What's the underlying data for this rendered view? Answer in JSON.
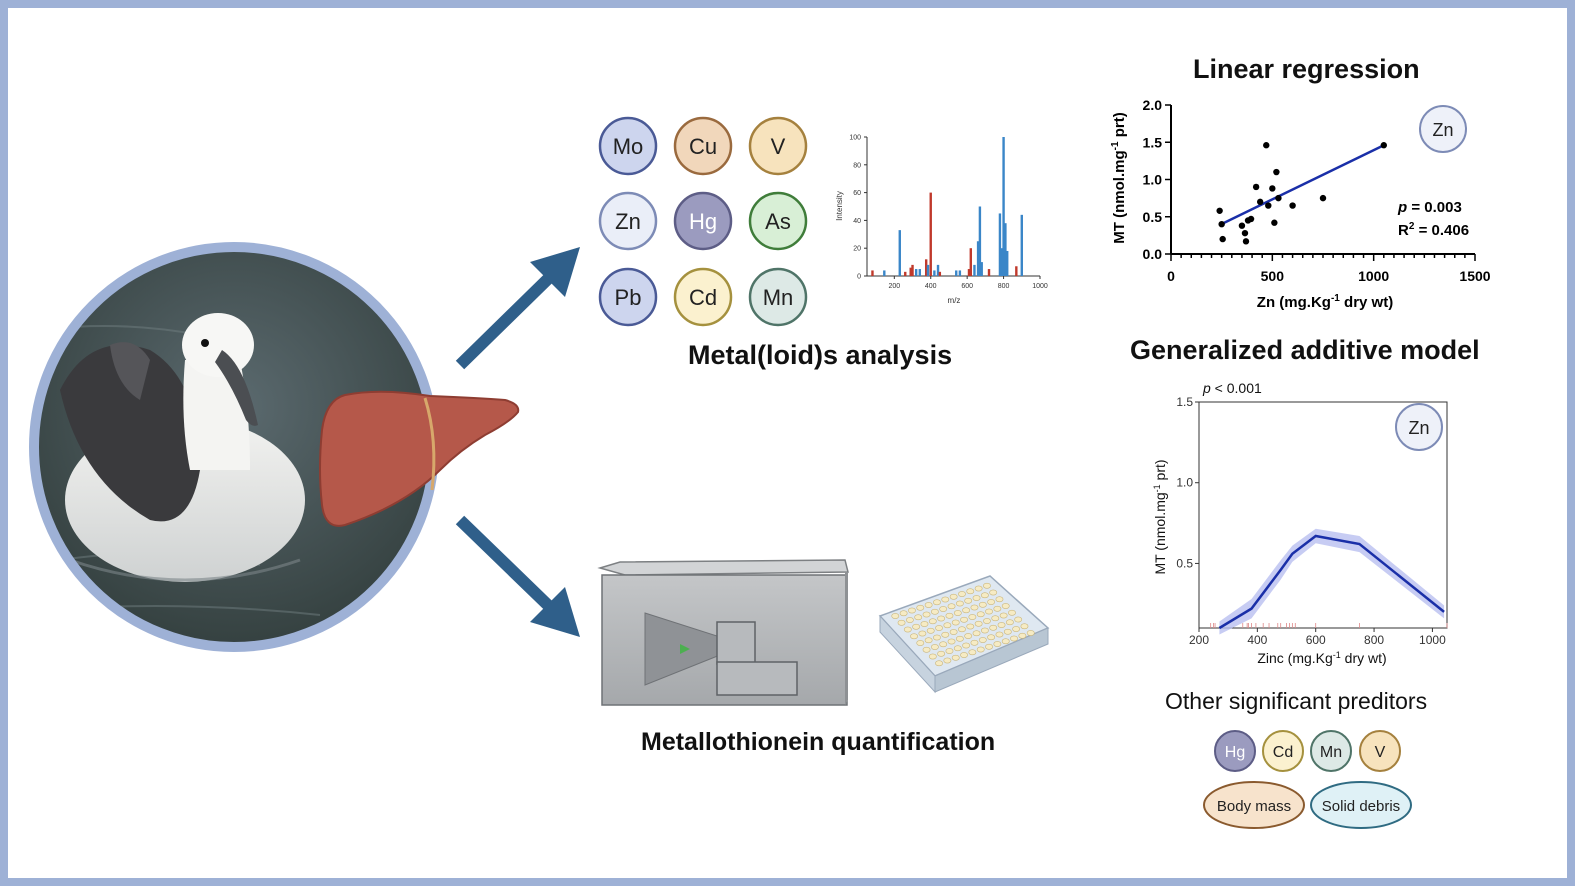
{
  "metals_analysis": {
    "title": "Metal(loid)s analysis",
    "elements": [
      {
        "symbol": "Mo",
        "color": "#cdd5ee",
        "stroke": "#4a5a96"
      },
      {
        "symbol": "Cu",
        "color": "#f1d7bb",
        "stroke": "#9a6a3e"
      },
      {
        "symbol": "V",
        "color": "#f7e3bd",
        "stroke": "#a5813e"
      },
      {
        "symbol": "Zn",
        "color": "#eaeef8",
        "stroke": "#7d8bb6"
      },
      {
        "symbol": "Hg",
        "color": "#9b9bbf",
        "stroke": "#5d5d86"
      },
      {
        "symbol": "As",
        "color": "#d8efd6",
        "stroke": "#3f7d3a"
      },
      {
        "symbol": "Pb",
        "color": "#cdd5ee",
        "stroke": "#4a5a96"
      },
      {
        "symbol": "Cd",
        "color": "#fbf1cf",
        "stroke": "#a5913e"
      },
      {
        "symbol": "Mn",
        "color": "#dde9e6",
        "stroke": "#4f7468"
      }
    ],
    "spectrum": {
      "y_label": "Intensity",
      "x_label": "m/z",
      "y_ticks": [
        "0",
        "20",
        "40",
        "60",
        "80",
        "100"
      ],
      "x_ticks": [
        "200",
        "400",
        "600",
        "800",
        "1000"
      ],
      "peaks": [
        {
          "mz": 80,
          "h": 4,
          "c": "red"
        },
        {
          "mz": 145,
          "h": 4,
          "c": "blue"
        },
        {
          "mz": 230,
          "h": 33,
          "c": "blue"
        },
        {
          "mz": 260,
          "h": 3,
          "c": "red"
        },
        {
          "mz": 290,
          "h": 6,
          "c": "red"
        },
        {
          "mz": 300,
          "h": 8,
          "c": "red"
        },
        {
          "mz": 320,
          "h": 5,
          "c": "blue"
        },
        {
          "mz": 340,
          "h": 5,
          "c": "blue"
        },
        {
          "mz": 375,
          "h": 12,
          "c": "red"
        },
        {
          "mz": 385,
          "h": 8,
          "c": "blue"
        },
        {
          "mz": 400,
          "h": 60,
          "c": "red"
        },
        {
          "mz": 420,
          "h": 4,
          "c": "blue"
        },
        {
          "mz": 440,
          "h": 8,
          "c": "blue"
        },
        {
          "mz": 450,
          "h": 3,
          "c": "red"
        },
        {
          "mz": 540,
          "h": 4,
          "c": "blue"
        },
        {
          "mz": 560,
          "h": 4,
          "c": "blue"
        },
        {
          "mz": 610,
          "h": 5,
          "c": "red"
        },
        {
          "mz": 620,
          "h": 20,
          "c": "red"
        },
        {
          "mz": 640,
          "h": 8,
          "c": "blue"
        },
        {
          "mz": 660,
          "h": 25,
          "c": "blue"
        },
        {
          "mz": 670,
          "h": 50,
          "c": "blue"
        },
        {
          "mz": 680,
          "h": 10,
          "c": "blue"
        },
        {
          "mz": 720,
          "h": 5,
          "c": "red"
        },
        {
          "mz": 780,
          "h": 45,
          "c": "blue"
        },
        {
          "mz": 790,
          "h": 20,
          "c": "blue"
        },
        {
          "mz": 800,
          "h": 100,
          "c": "blue"
        },
        {
          "mz": 810,
          "h": 38,
          "c": "blue"
        },
        {
          "mz": 820,
          "h": 18,
          "c": "blue"
        },
        {
          "mz": 870,
          "h": 7,
          "c": "red"
        },
        {
          "mz": 900,
          "h": 44,
          "c": "blue"
        }
      ],
      "colors": {
        "red": "#c0392b",
        "blue": "#3a86c8"
      }
    }
  },
  "mt_quantification": {
    "title": "Metallothionein quantification"
  },
  "linear_regression": {
    "title": "Linear regression",
    "badge": "Zn",
    "y_label_main": "MT (nmol.mg",
    "y_label_sup": "-1",
    "y_label_end": " prt)",
    "x_label_main": "Zn (mg.Kg",
    "x_label_sup": "-1",
    "x_label_end": " dry wt)",
    "p_label": "p",
    "p_value": " = 0.003",
    "r2_label": "R",
    "r2_sup": "2",
    "r2_value": " = 0.406",
    "x_ticks": [
      "0",
      "500",
      "1000",
      "1500"
    ],
    "y_ticks": [
      "0.0",
      "0.5",
      "1.0",
      "1.5",
      "2.0"
    ],
    "xlim": [
      0,
      1500
    ],
    "ylim": [
      0,
      2.0
    ],
    "points": [
      [
        240,
        0.58
      ],
      [
        250,
        0.4
      ],
      [
        255,
        0.2
      ],
      [
        350,
        0.38
      ],
      [
        365,
        0.28
      ],
      [
        370,
        0.17
      ],
      [
        380,
        0.45
      ],
      [
        395,
        0.47
      ],
      [
        420,
        0.9
      ],
      [
        440,
        0.7
      ],
      [
        470,
        1.46
      ],
      [
        480,
        0.65
      ],
      [
        500,
        0.88
      ],
      [
        510,
        0.42
      ],
      [
        520,
        1.1
      ],
      [
        530,
        0.75
      ],
      [
        600,
        0.65
      ],
      [
        750,
        0.75
      ],
      [
        1050,
        1.46
      ]
    ],
    "fit": [
      [
        240,
        0.39
      ],
      [
        1050,
        1.46
      ]
    ]
  },
  "gam": {
    "title": "Generalized additive model",
    "badge": "Zn",
    "p_label": "p",
    "p_value": " < 0.001",
    "y_label_main": "MT (nmol.mg",
    "y_label_sup": "-1",
    "y_label_end": " prt)",
    "x_label_main": "Zinc (mg.Kg",
    "x_label_sup": "-1",
    "x_label_end": " dry wt)",
    "x_ticks": [
      "200",
      "400",
      "600",
      "800",
      "1000"
    ],
    "y_ticks": [
      "0.5",
      "1.0",
      "1.5"
    ],
    "xlim": [
      200,
      1050
    ],
    "ylim": [
      0.1,
      1.5
    ],
    "curve": [
      [
        270,
        0.1
      ],
      [
        380,
        0.22
      ],
      [
        480,
        0.46
      ],
      [
        520,
        0.56
      ],
      [
        600,
        0.67
      ],
      [
        750,
        0.62
      ],
      [
        1040,
        0.2
      ]
    ],
    "band": [
      0.04,
      0.06,
      0.06,
      0.05,
      0.045,
      0.05,
      0.04
    ]
  },
  "other_predictors": {
    "title": "Other significant preditors",
    "elements": [
      {
        "symbol": "Hg",
        "color": "#9b9bbf",
        "stroke": "#5d5d86",
        "text": "#ffffff"
      },
      {
        "symbol": "Cd",
        "color": "#fbf1cf",
        "stroke": "#a5913e",
        "text": "#222222"
      },
      {
        "symbol": "Mn",
        "color": "#dde9e6",
        "stroke": "#4f7468",
        "text": "#222222"
      },
      {
        "symbol": "V",
        "color": "#f7e3bd",
        "stroke": "#a5813e",
        "text": "#222222"
      }
    ],
    "factors": [
      {
        "label": "Body mass",
        "color": "#f7e3cc",
        "stroke": "#8a5a2e"
      },
      {
        "label": "Solid debris",
        "color": "#dff1f6",
        "stroke": "#2f6b82"
      }
    ]
  },
  "colors": {
    "border": "#9eb1d6",
    "arrow": "#2f5f8a",
    "line_blue": "#1a2fa8",
    "band": "#b9bff0"
  }
}
